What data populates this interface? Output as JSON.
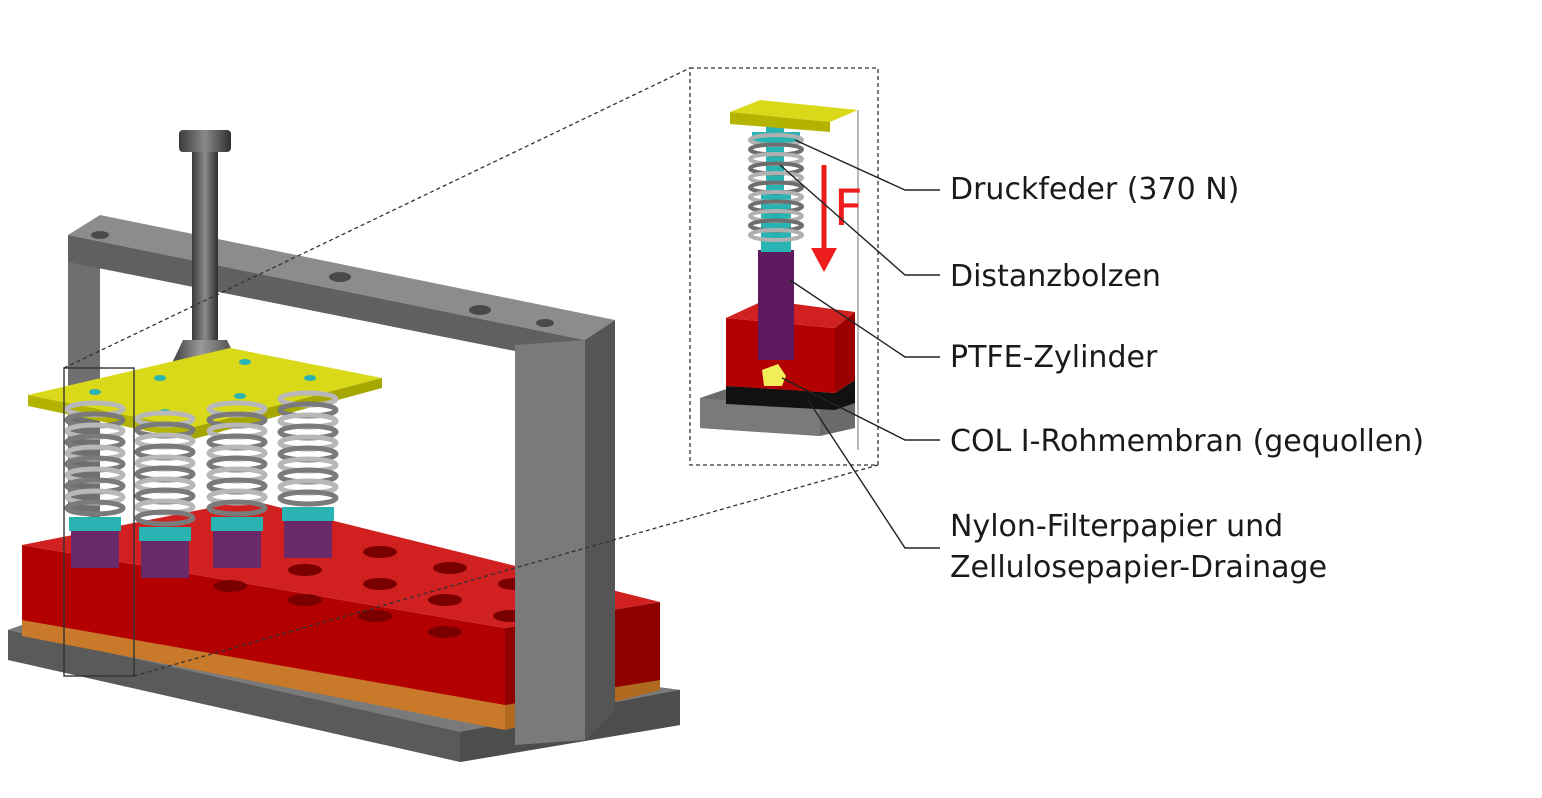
{
  "force_label": "F",
  "callouts": [
    "Druckfeder (370 N)",
    "Distanzbolzen",
    "PTFE-Zylinder",
    "COL I-Rohmembran (gequollen)"
  ],
  "callout_multiline": {
    "line1": "Nylon-Filterpapier und",
    "line2": "Zellulosepapier-Drainage"
  },
  "colors": {
    "frame": "#6f6f6f",
    "plate": "#d9d91a",
    "block": "#b30000",
    "spring": "#9a9a9a",
    "spacer": "#2ab3b3",
    "cylinder": "#5e1a5e",
    "membrane": "#f2ee5a",
    "base": "#5a5a5a",
    "copper": "#c87a2a",
    "force_arrow": "#ee1c1c"
  }
}
